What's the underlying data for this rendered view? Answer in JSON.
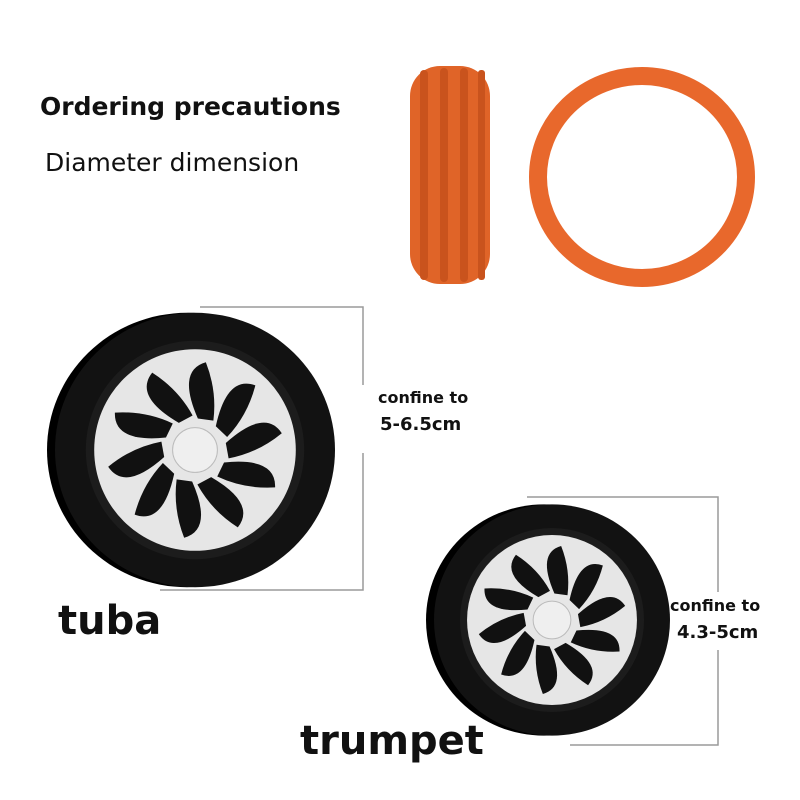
{
  "heading": "Ordering precautions",
  "subheading": "Diameter dimension",
  "large_wheel": {
    "name": "tuba",
    "confine_label": "confine to",
    "range": "5-6.5cm"
  },
  "small_wheel": {
    "name": "trumpet",
    "confine_label": "confine to",
    "range": "4.3-5cm"
  },
  "colors": {
    "ring": "#e8682c",
    "tire": "#121212",
    "hub": "#e6e6e6",
    "guide": "#9a9a9a"
  }
}
